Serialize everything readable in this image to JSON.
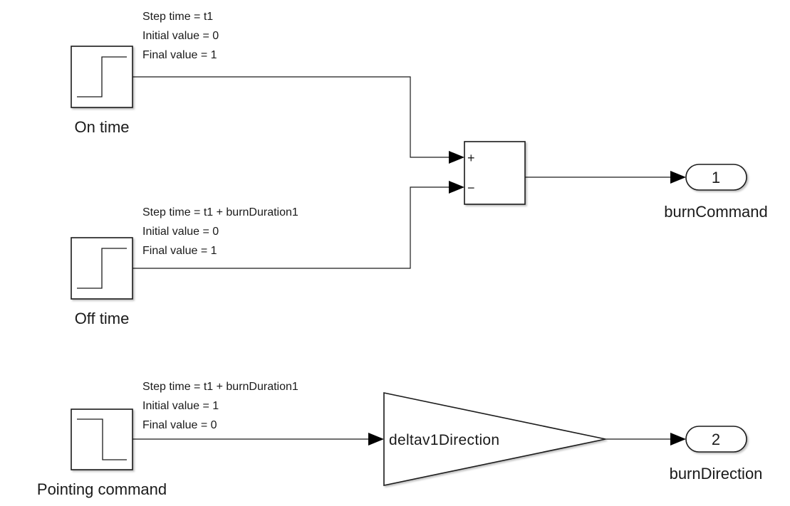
{
  "diagram": {
    "blocks": {
      "on_time": {
        "type": "step",
        "direction": "up",
        "name": "On time",
        "params": [
          "Step time = t1",
          "Initial value = 0",
          "Final value = 1"
        ]
      },
      "off_time": {
        "type": "step",
        "direction": "up",
        "name": "Off time",
        "params": [
          "Step time = t1 + burnDuration1",
          "Initial value = 0",
          "Final value = 1"
        ]
      },
      "pointing_command": {
        "type": "step",
        "direction": "down",
        "name": "Pointing command",
        "params": [
          "Step time = t1 + burnDuration1",
          "Initial value = 1",
          "Final value = 0"
        ]
      },
      "sum": {
        "type": "sum",
        "signs": [
          "+",
          "−"
        ]
      },
      "gain": {
        "type": "gain",
        "label": "deltav1Direction"
      },
      "outport_1": {
        "type": "outport",
        "number": "1",
        "name": "burnCommand"
      },
      "outport_2": {
        "type": "outport",
        "number": "2",
        "name": "burnDirection"
      }
    },
    "connections": [
      {
        "from": "On time",
        "to": "Sum (+)"
      },
      {
        "from": "Off time",
        "to": "Sum (−)"
      },
      {
        "from": "Sum",
        "to": "burnCommand"
      },
      {
        "from": "Pointing command",
        "to": "deltav1Direction"
      },
      {
        "from": "deltav1Direction",
        "to": "burnDirection"
      }
    ]
  }
}
